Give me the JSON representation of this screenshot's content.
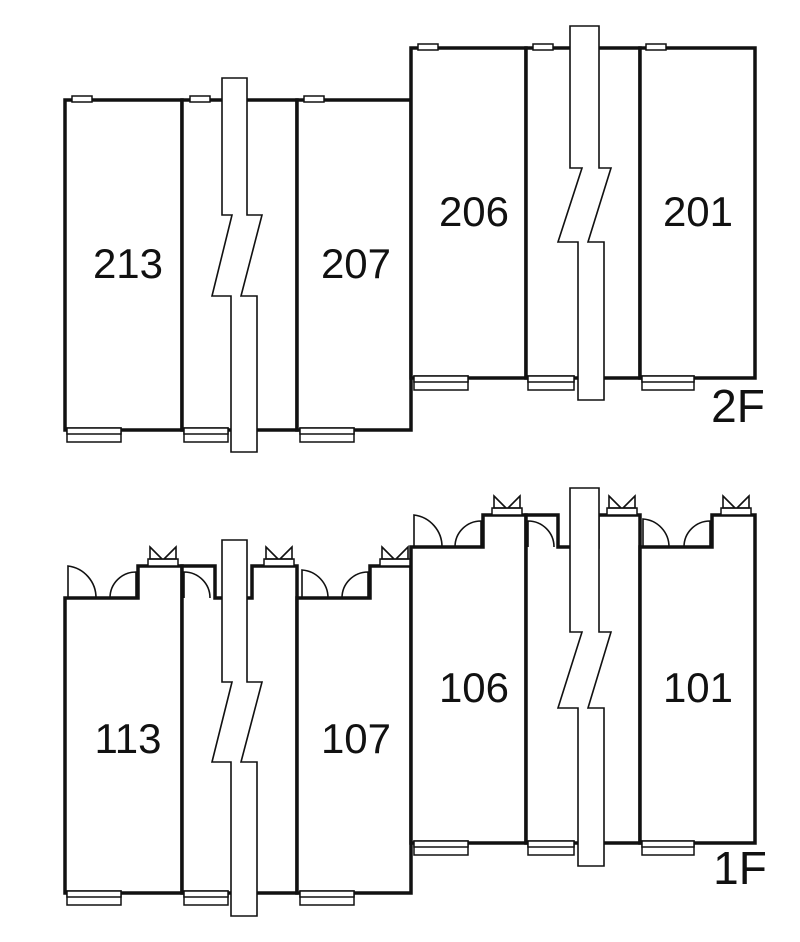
{
  "floors": [
    {
      "label": "2F",
      "rooms": [
        "213",
        "207",
        "206",
        "201"
      ]
    },
    {
      "label": "1F",
      "rooms": [
        "113",
        "107",
        "106",
        "101"
      ]
    }
  ]
}
